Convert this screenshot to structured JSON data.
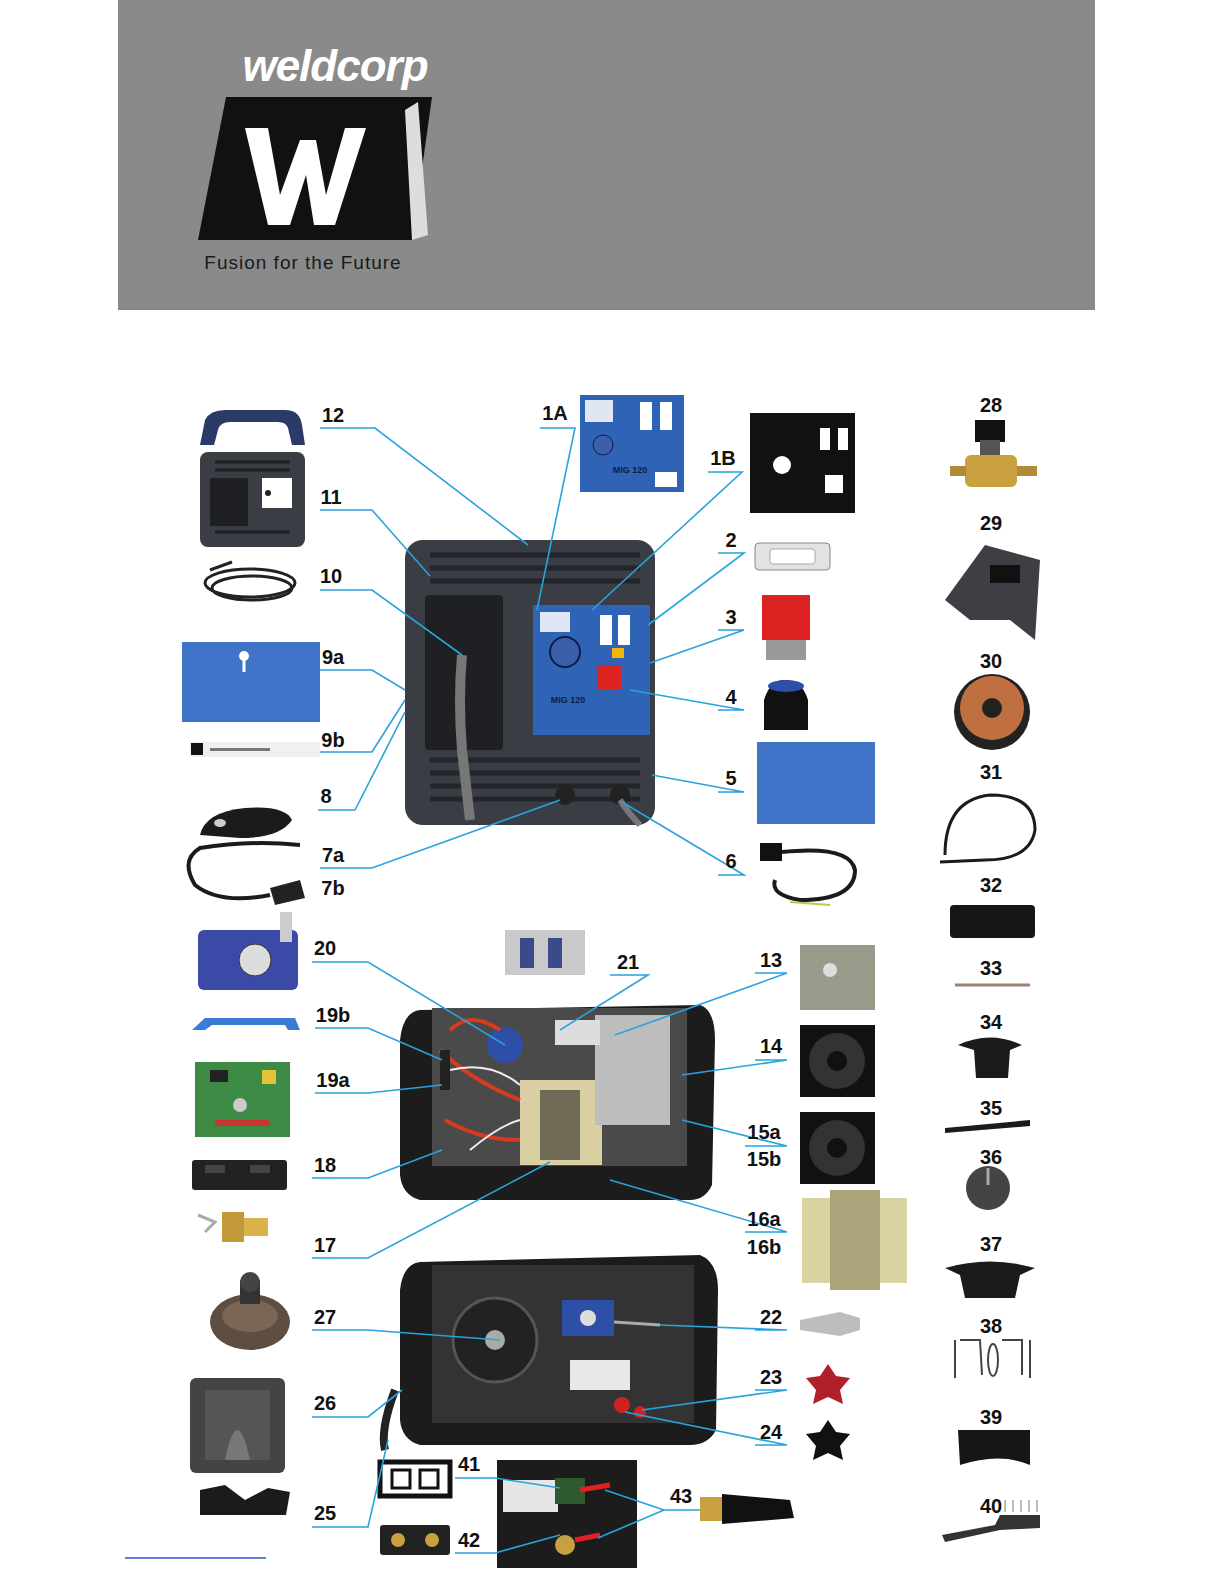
{
  "diagram": {
    "labels": [
      "weldcorp",
      "Fusion for the Future",
      "MIG 120",
      "MIG 120",
      "12",
      "1A",
      "1B",
      "2",
      "11",
      "10",
      "9a",
      "3",
      "9b",
      "4",
      "5",
      "8",
      "7a",
      "7b",
      "6",
      "20",
      "21",
      "13",
      "19b",
      "14",
      "19a",
      "15a",
      "15b",
      "18",
      "16a",
      "16b",
      "17",
      "27",
      "22",
      "26",
      "23",
      "24",
      "25",
      "41",
      "42",
      "43",
      "28",
      "29",
      "30",
      "31",
      "32",
      "33",
      "34",
      "35",
      "36",
      "37",
      "38",
      "39",
      "40"
    ]
  }
}
